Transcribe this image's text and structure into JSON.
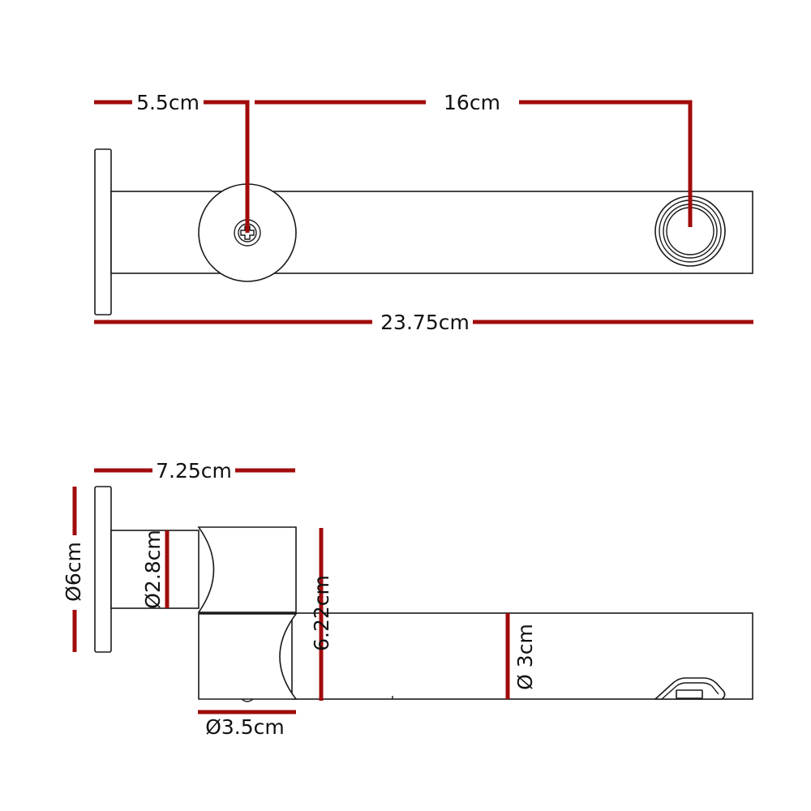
{
  "colors": {
    "dimension_line": "#a00b0b",
    "outline": "#1a1a1a",
    "background": "#ffffff"
  },
  "top_view": {
    "dim_mount_to_screw": "5.5cm",
    "dim_screw_to_outlet": "16cm",
    "dim_total_length": "23.75cm",
    "icons": [
      "screw-icon",
      "aerator-outlet-icon"
    ]
  },
  "side_view": {
    "dim_mount_to_body": "7.25cm",
    "dim_flange_diameter": "Ø6cm",
    "dim_connector_diameter": "Ø2.8cm",
    "dim_body_height": "6.22cm",
    "dim_spout_diameter": "Ø 3cm",
    "dim_body_diameter": "Ø3.5cm"
  }
}
